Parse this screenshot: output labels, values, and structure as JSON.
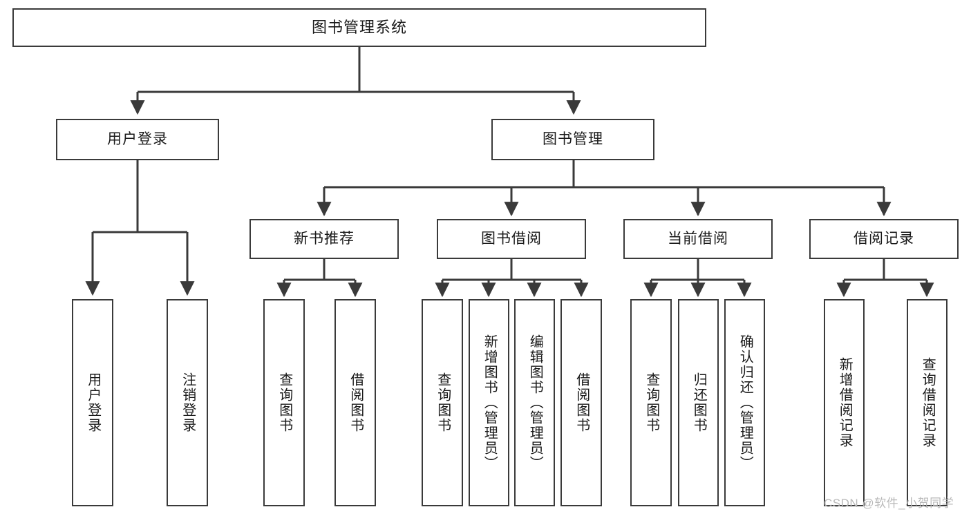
{
  "diagram": {
    "title": "图书管理系统",
    "type": "tree-hierarchy-diagram",
    "root": {
      "id": "root",
      "label": "图书管理系统"
    },
    "level2": [
      {
        "id": "user-login",
        "label": "用户登录"
      },
      {
        "id": "book-manage",
        "label": "图书管理"
      }
    ],
    "level3": [
      {
        "id": "new-book-recommend",
        "label": "新书推荐"
      },
      {
        "id": "book-borrow",
        "label": "图书借阅"
      },
      {
        "id": "current-borrow",
        "label": "当前借阅"
      },
      {
        "id": "borrow-record",
        "label": "借阅记录"
      }
    ],
    "leaves": {
      "user_login": [
        {
          "id": "leaf-user-login",
          "label": "用户登录"
        },
        {
          "id": "leaf-logout-login",
          "label": "注销登录"
        }
      ],
      "new_book_recommend": [
        {
          "id": "leaf-query-book-1",
          "label": "查询图书"
        },
        {
          "id": "leaf-borrow-book-1",
          "label": "借阅图书"
        }
      ],
      "book_borrow": [
        {
          "id": "leaf-query-book-2",
          "label": "查询图书"
        },
        {
          "id": "leaf-add-book",
          "label": "新增图书（管理员）"
        },
        {
          "id": "leaf-edit-book",
          "label": "编辑图书（管理员）"
        },
        {
          "id": "leaf-borrow-book-2",
          "label": "借阅图书"
        }
      ],
      "current_borrow": [
        {
          "id": "leaf-query-book-3",
          "label": "查询图书"
        },
        {
          "id": "leaf-return-book",
          "label": "归还图书"
        },
        {
          "id": "leaf-confirm-return",
          "label": "确认归还（管理员）"
        }
      ],
      "borrow_record": [
        {
          "id": "leaf-add-record",
          "label": "新增借阅记录"
        },
        {
          "id": "leaf-query-record",
          "label": "查询借阅记录"
        }
      ]
    },
    "colors": {
      "border": "#3a3a3a",
      "text": "#1a1a1a",
      "background": "#ffffff",
      "edge": "#3a3a3a",
      "watermark": "#b9b9b9"
    }
  },
  "watermark": {
    "text": "CSDN @软件_小贺同学"
  }
}
